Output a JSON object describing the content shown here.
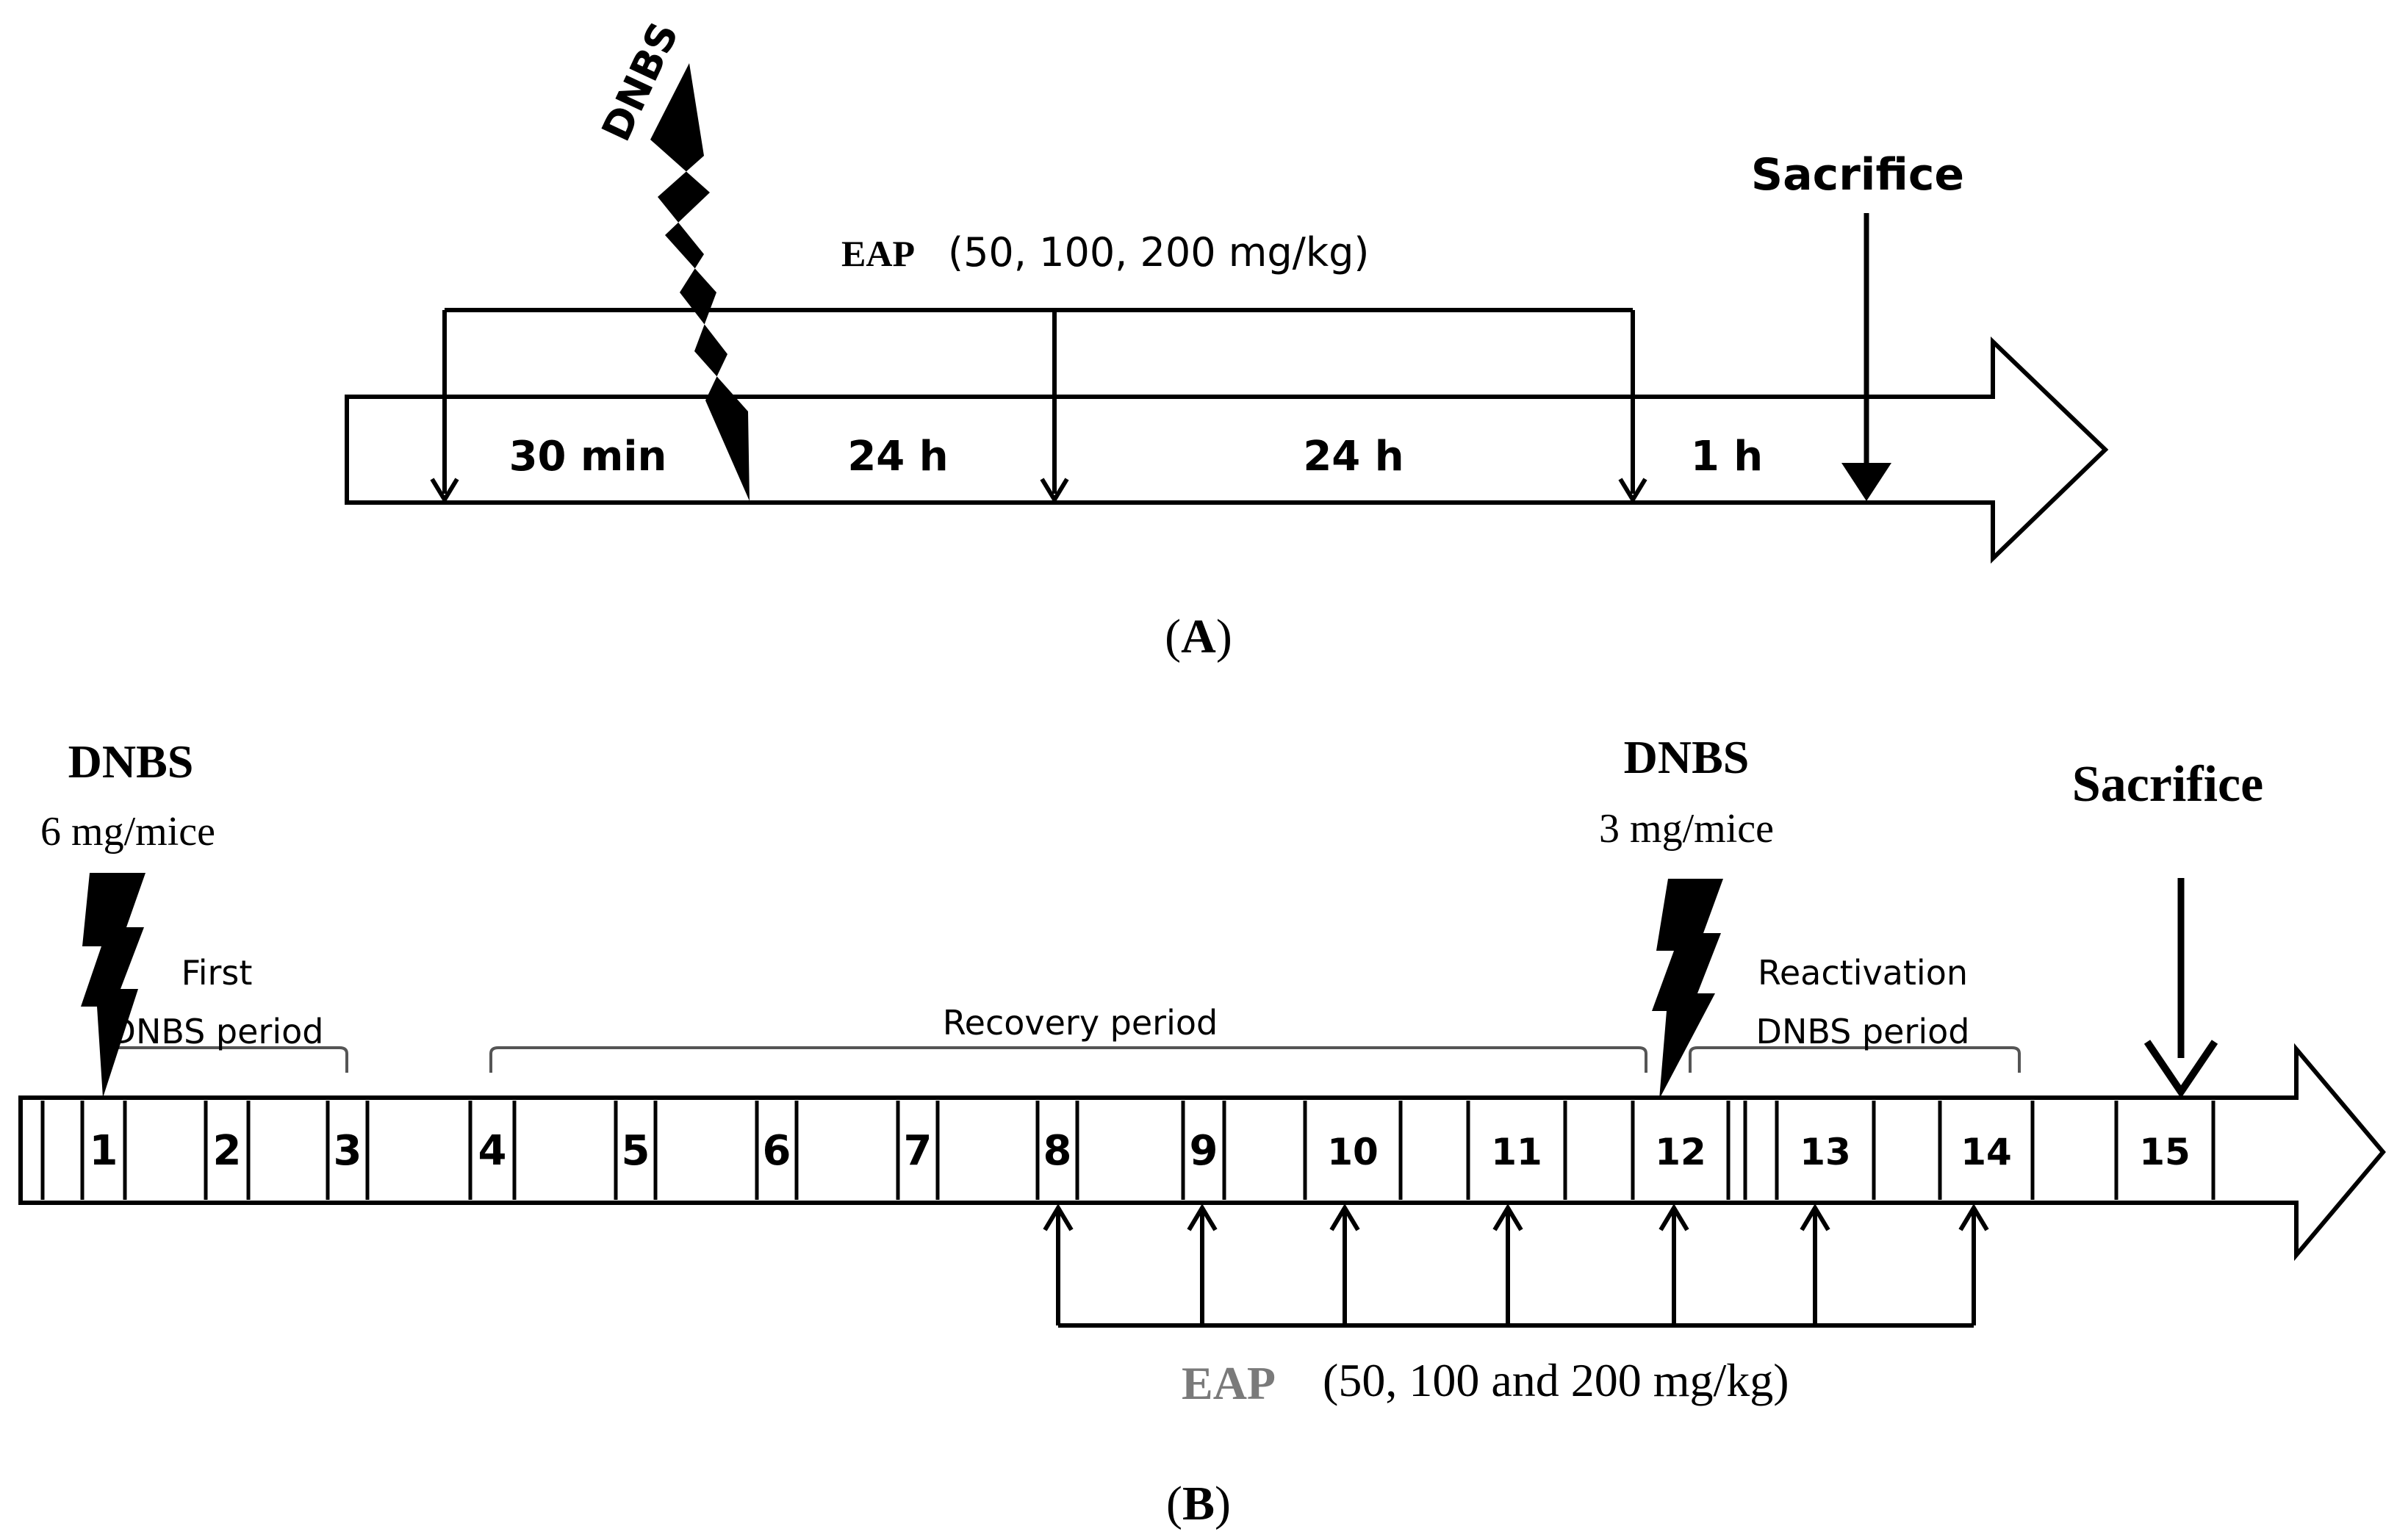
{
  "panel_a": {
    "caption": "(A)",
    "caption_letter": "A",
    "dnbs_label": "DNBS",
    "sacrifice_label": "Sacrifice",
    "eap_label": "EAP",
    "eap_doses": "(50, 100, 200 mg/kg)",
    "intervals": [
      "30 min",
      "24 h",
      "24 h",
      "1 h"
    ]
  },
  "panel_b": {
    "caption": "(B)",
    "caption_letter": "B",
    "dnbs_first": {
      "label": "DNBS",
      "dose": "6 mg/mice"
    },
    "dnbs_second": {
      "label": "DNBS",
      "dose": "3 mg/mice"
    },
    "sacrifice_label": "Sacrifice",
    "periods": {
      "first": [
        "First",
        "DNBS period"
      ],
      "recovery": "Recovery period",
      "reactivation": [
        "Reactivation",
        "DNBS period"
      ]
    },
    "days": [
      "1",
      "2",
      "3",
      "4",
      "5",
      "6",
      "7",
      "8",
      "9",
      "10",
      "11",
      "12",
      "13",
      "14",
      "15"
    ],
    "eap_label": "EAP",
    "eap_doses": "(50, 100 and 200 mg/kg)"
  },
  "colors": {
    "ink": "#000000",
    "eap_grey": "#7a7a7a",
    "bracket_grey": "#555555"
  },
  "icons": [
    "lightning-bolt-icon",
    "down-arrow-icon",
    "up-arrow-icon",
    "timeline-arrow-icon"
  ]
}
